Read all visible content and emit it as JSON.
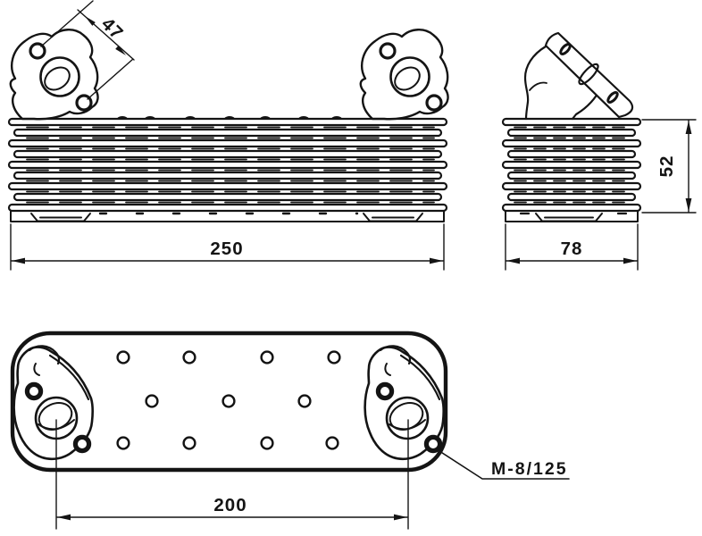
{
  "page": {
    "background": "#ffffff",
    "ink": "#141414"
  },
  "drawing": {
    "kind": "oil-cooler-three-view-technical-drawing",
    "views": {
      "front": {
        "dim_hole_spacing": "47",
        "dim_length": "250"
      },
      "side": {
        "dim_height": "52",
        "dim_depth": "78"
      },
      "plan": {
        "dim_port_distance": "200",
        "thread_callout": "M-8/125"
      }
    }
  }
}
